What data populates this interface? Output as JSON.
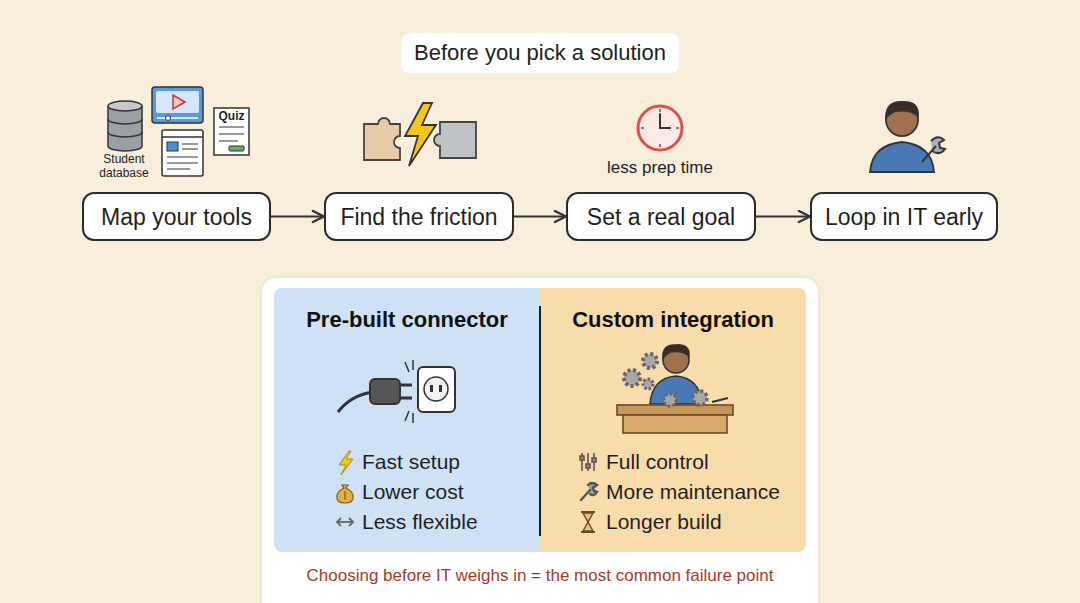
{
  "diagram": {
    "title": "Before you pick a solution",
    "nodes": [
      {
        "text": [
          "Map your tools"
        ]
      },
      {
        "text": [
          "Find the friction"
        ]
      },
      {
        "text": [
          "Set a real goal"
        ]
      },
      {
        "text": [
          "Loop in IT early"
        ]
      },
      {
        "text": [
          "Choosing before IT weighs in = the most common failure point"
        ]
      },
      {
        "text": [
          "Pre-built connector",
          "Fast setup",
          "Lower cost",
          "Less flexible"
        ],
        "in": 4
      },
      {
        "text": [
          "Custom integration",
          "Full control",
          "More maintenance",
          "Longer build"
        ],
        "in": 4
      }
    ],
    "edges": [
      {
        "from": 0,
        "to": 1,
        "arrow": "to"
      },
      {
        "from": 1,
        "to": 2,
        "arrow": "to"
      },
      {
        "from": 2,
        "to": 3,
        "arrow": "to"
      }
    ],
    "labels": [
      "Student database",
      "Quiz",
      "less prep time"
    ]
  }
}
